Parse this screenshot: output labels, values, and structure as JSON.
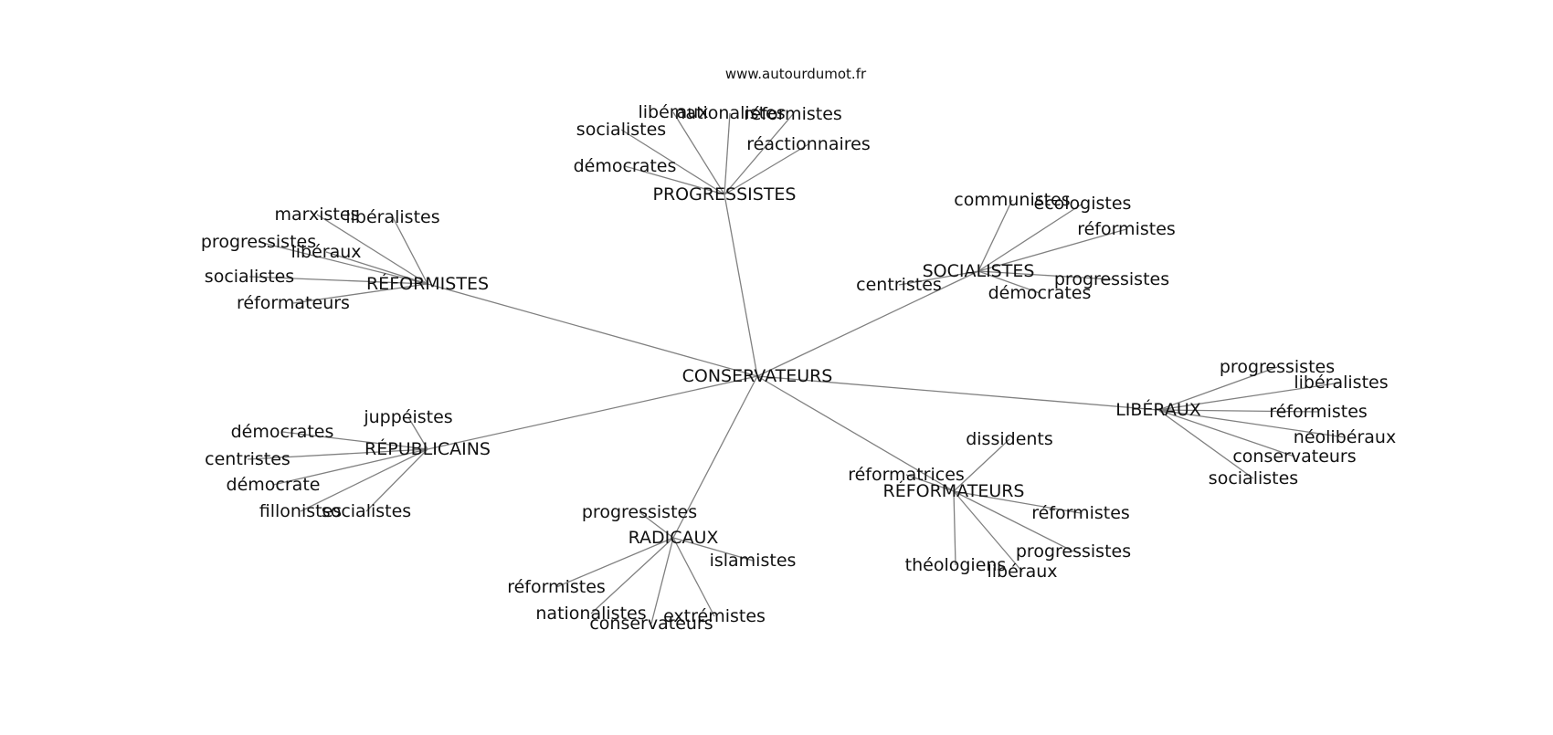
{
  "site": "www.autourdumot.fr",
  "graph": {
    "center": {
      "id": "center",
      "label": "CONSERVATEURS"
    },
    "hubs": [
      {
        "id": "h-progressistes",
        "label": "PROGRESSISTES",
        "leaves": [
          "libéraux",
          "nationalistes",
          "réformistes",
          "socialistes",
          "réactionnaires",
          "démocrates"
        ]
      },
      {
        "id": "h-reformistes",
        "label": "RÉFORMISTES",
        "leaves": [
          "marxistes",
          "libéralistes",
          "progressistes",
          "libéraux",
          "socialistes",
          "réformateurs"
        ]
      },
      {
        "id": "h-socialistes",
        "label": "SOCIALISTES",
        "leaves": [
          "communistes",
          "écologistes",
          "réformistes",
          "centristes",
          "progressistes",
          "démocrates"
        ]
      },
      {
        "id": "h-liberaux",
        "label": "LIBÉRAUX",
        "leaves": [
          "progressistes",
          "libéralistes",
          "réformistes",
          "néolibéraux",
          "conservateurs",
          "socialistes"
        ]
      },
      {
        "id": "h-republicains",
        "label": "RÉPUBLICAINS",
        "leaves": [
          "juppéistes",
          "démocrates",
          "centristes",
          "démocrate",
          "fillonistes",
          "socialistes"
        ]
      },
      {
        "id": "h-reformateurs",
        "label": "RÉFORMATEURS",
        "leaves": [
          "dissidents",
          "réformatrices",
          "réformistes",
          "progressistes",
          "théologiens",
          "libéraux"
        ]
      },
      {
        "id": "h-radicaux",
        "label": "RADICAUX",
        "leaves": [
          "progressistes",
          "islamistes",
          "réformistes",
          "nationalistes",
          "extrémistes",
          "conservateurs"
        ]
      }
    ]
  }
}
